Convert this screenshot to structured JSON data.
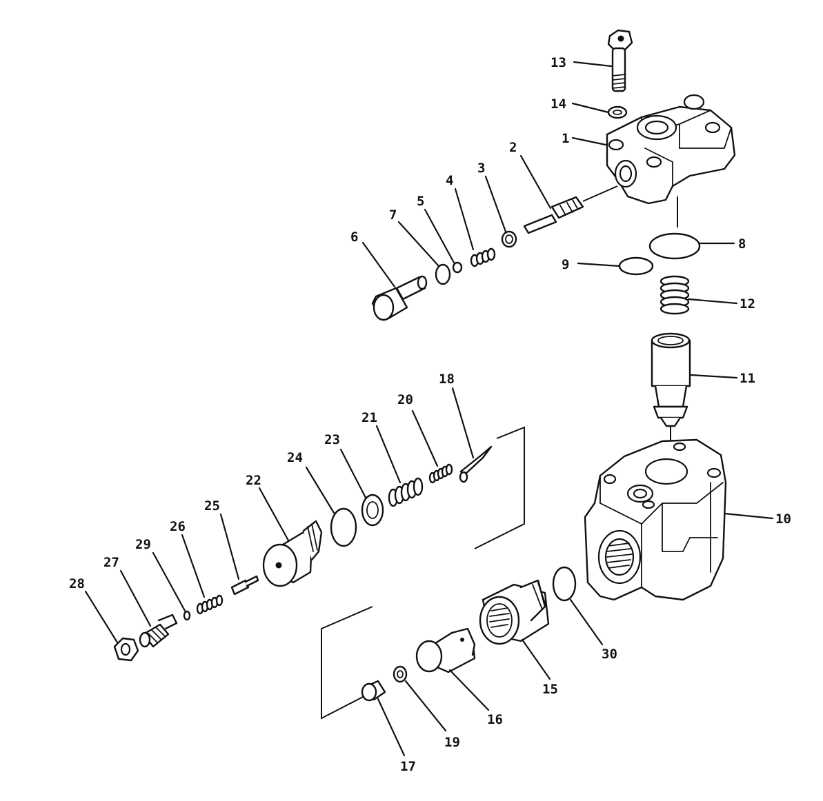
{
  "diagram": {
    "callouts": [
      "1",
      "2",
      "3",
      "4",
      "5",
      "6",
      "7",
      "8",
      "9",
      "10",
      "11",
      "12",
      "13",
      "14",
      "15",
      "16",
      "17",
      "18",
      "19",
      "20",
      "21",
      "22",
      "23",
      "24",
      "25",
      "26",
      "27",
      "28",
      "29",
      "30"
    ]
  },
  "colors": {
    "ink": "#111111",
    "paper": "#ffffff"
  }
}
